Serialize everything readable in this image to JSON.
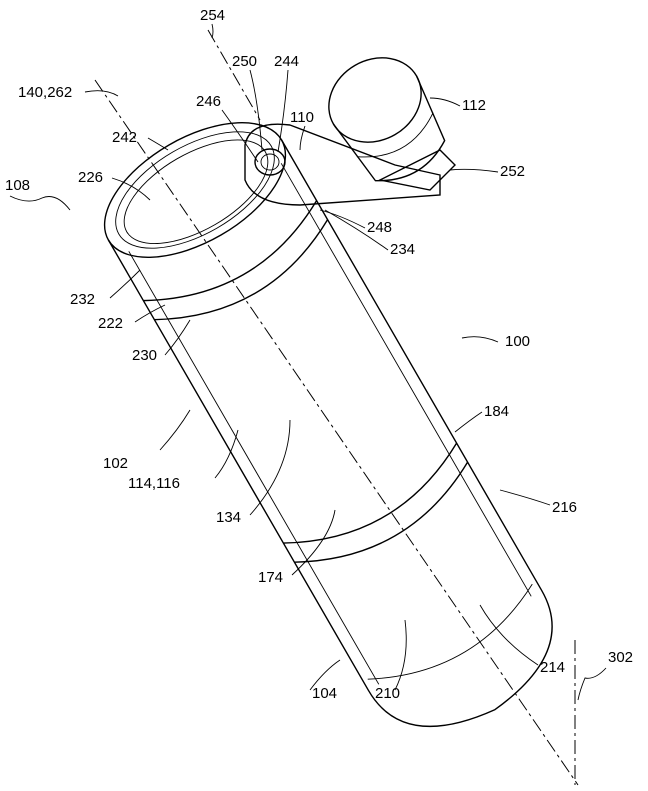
{
  "figure": {
    "type": "patent-drawing",
    "labels": {
      "l254": "254",
      "l250": "250",
      "l244": "244",
      "l140": "140,262",
      "l246": "246",
      "l110": "110",
      "l112": "112",
      "l242": "242",
      "l108": "108",
      "l226": "226",
      "l252": "252",
      "l248": "248",
      "l234": "234",
      "l232": "232",
      "l222": "222",
      "l230": "230",
      "l100": "100",
      "l184": "184",
      "l102": "102",
      "l114": "114,116",
      "l216": "216",
      "l134": "134",
      "l174": "174",
      "l214": "214",
      "l302": "302",
      "l104": "104",
      "l210": "210"
    }
  }
}
